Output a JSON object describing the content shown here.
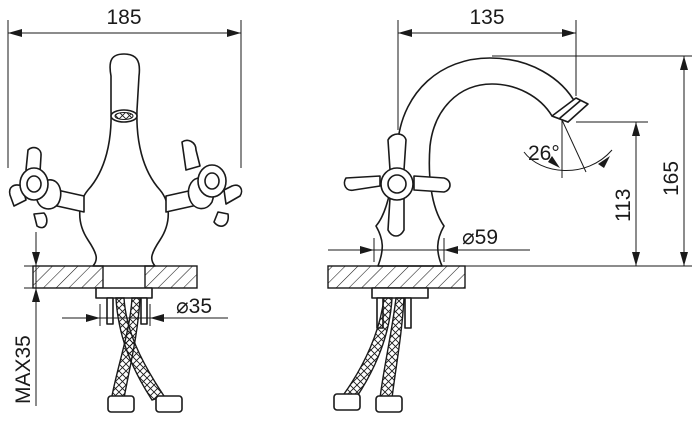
{
  "dimensions": {
    "width_front": "185",
    "width_side": "135",
    "height_total": "165",
    "height_spout": "113",
    "angle": "26°",
    "base_diameter": "⌀59",
    "pipe_diameter": "⌀35",
    "max_thickness": "MAX35"
  }
}
